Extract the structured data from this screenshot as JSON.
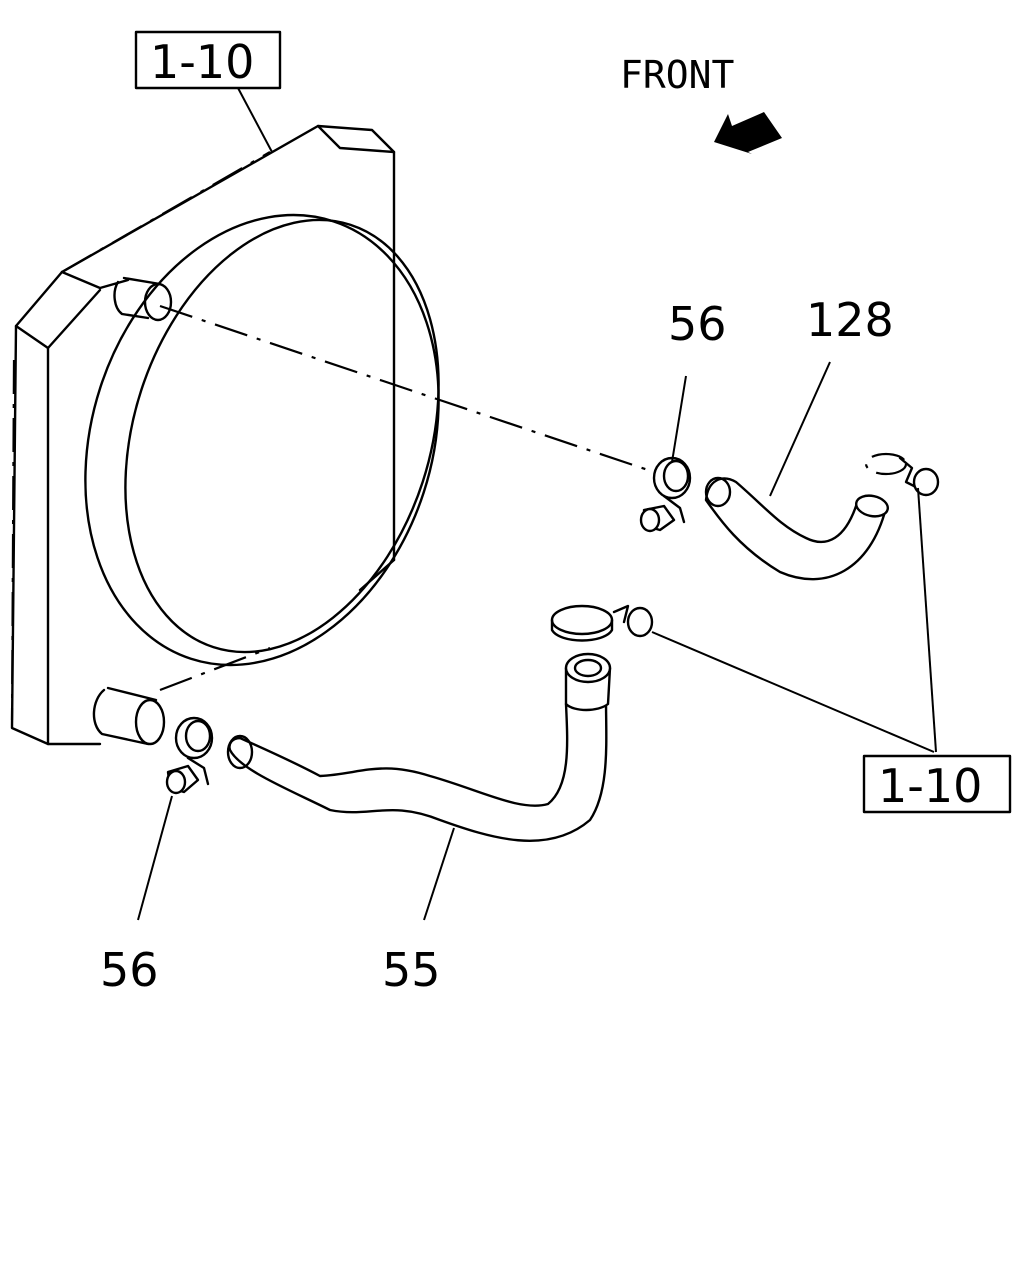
{
  "front_label": "FRONT",
  "refs": {
    "ref_top": "1-10",
    "ref_bottom": "1-10"
  },
  "callouts": {
    "clamp_upper": "56",
    "hose_upper": "128",
    "clamp_lower": "56",
    "hose_lower": "55"
  }
}
